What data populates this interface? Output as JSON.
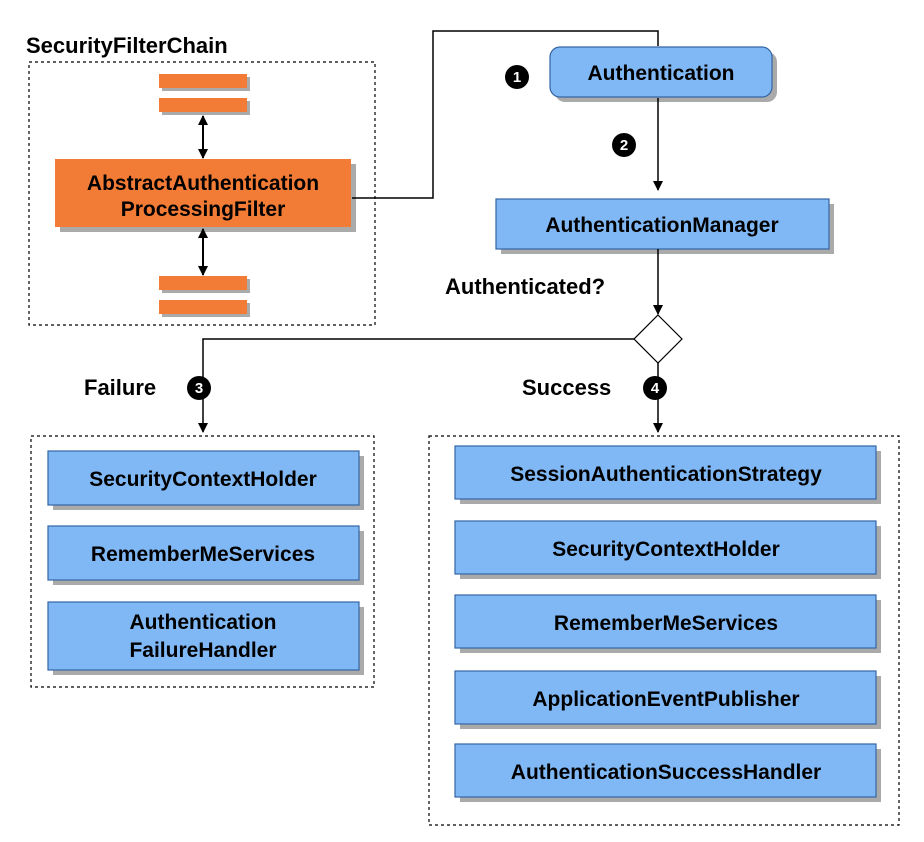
{
  "chain": {
    "title": "SecurityFilterChain",
    "filter_line1": "AbstractAuthentication",
    "filter_line2": "ProcessingFilter"
  },
  "steps": {
    "one": "1",
    "two": "2",
    "three": "3",
    "four": "4"
  },
  "authentication": "Authentication",
  "manager": "AuthenticationManager",
  "decision": "Authenticated?",
  "failure": {
    "label": "Failure",
    "items": [
      {
        "line1": "SecurityContextHolder",
        "line2": ""
      },
      {
        "line1": "RememberMeServices",
        "line2": ""
      },
      {
        "line1": "Authentication",
        "line2": "FailureHandler"
      }
    ]
  },
  "success": {
    "label": "Success",
    "items": [
      {
        "line1": "SessionAuthenticationStrategy"
      },
      {
        "line1": "SecurityContextHolder"
      },
      {
        "line1": "RememberMeServices"
      },
      {
        "line1": "ApplicationEventPublisher"
      },
      {
        "line1": "AuthenticationSuccessHandler"
      }
    ]
  },
  "colors": {
    "blue_box": "#80b8f5",
    "blue_border": "#3465a4",
    "orange": "#f27b35",
    "shadow": "#aaaaaa",
    "text": "#000000"
  }
}
